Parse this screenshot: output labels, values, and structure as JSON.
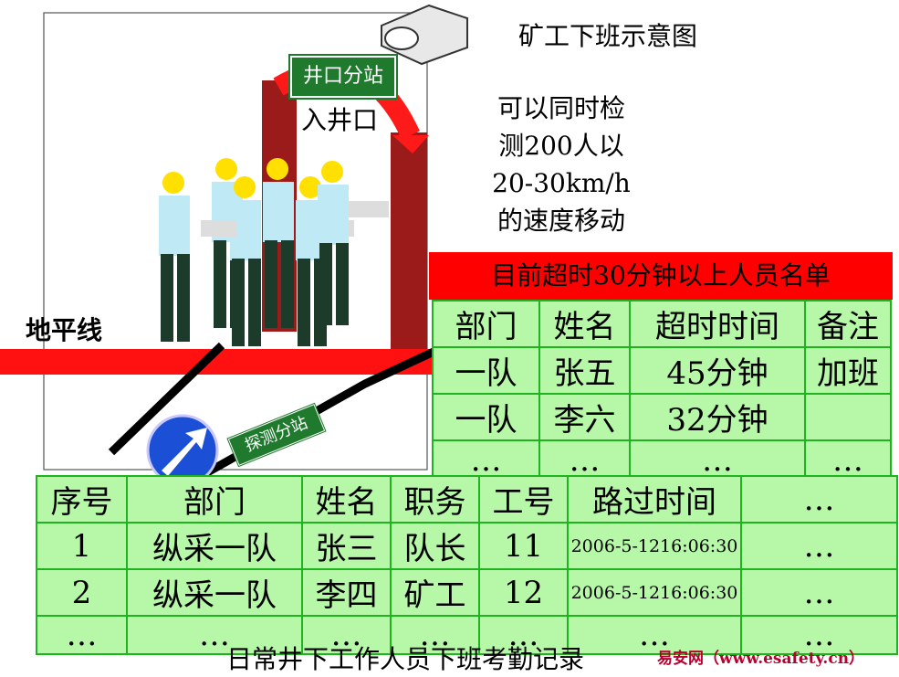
{
  "title": "矿工下班示意图",
  "description": [
    "可以同时检",
    "测200人以",
    "20-30km/h",
    "的速度移动"
  ],
  "ground_label": "地平线",
  "entrance_label": "入井口",
  "station_sign": "井口分站",
  "detect_sign": "探测分站",
  "overtime": {
    "heading": "目前超时30分钟以上人员名单",
    "columns": [
      "部门",
      "姓名",
      "超时时间",
      "备注"
    ],
    "rows": [
      [
        "一队",
        "张五",
        "45分钟",
        "加班"
      ],
      [
        "一队",
        "李六",
        "32分钟",
        ""
      ],
      [
        "…",
        "…",
        "…",
        "…"
      ]
    ]
  },
  "attendance": {
    "columns": [
      "序号",
      "部门",
      "姓名",
      "职务",
      "工号",
      "路过时间",
      "…"
    ],
    "rows": [
      [
        "1",
        "纵采一队",
        "张三",
        "队长",
        "11",
        "2006-5-1216:06:30",
        "…"
      ],
      [
        "2",
        "纵采一队",
        "李四",
        "矿工",
        "12",
        "2006-5-1216:06:30",
        "…"
      ],
      [
        "…",
        "…",
        "…",
        "…",
        "…",
        "…",
        "…"
      ]
    ]
  },
  "footer": "日常井下工作人员下班考勤记录",
  "credit": "易安网（www.esafety.cn）",
  "colors": {
    "red_bar": "#ff0000",
    "table_fill": "#b6f7a8",
    "table_border": "#1fb31f",
    "sign_green": "#1f7a2e",
    "arrow_sign_blue": "#1b4fd6",
    "credit": "#b8002e"
  }
}
